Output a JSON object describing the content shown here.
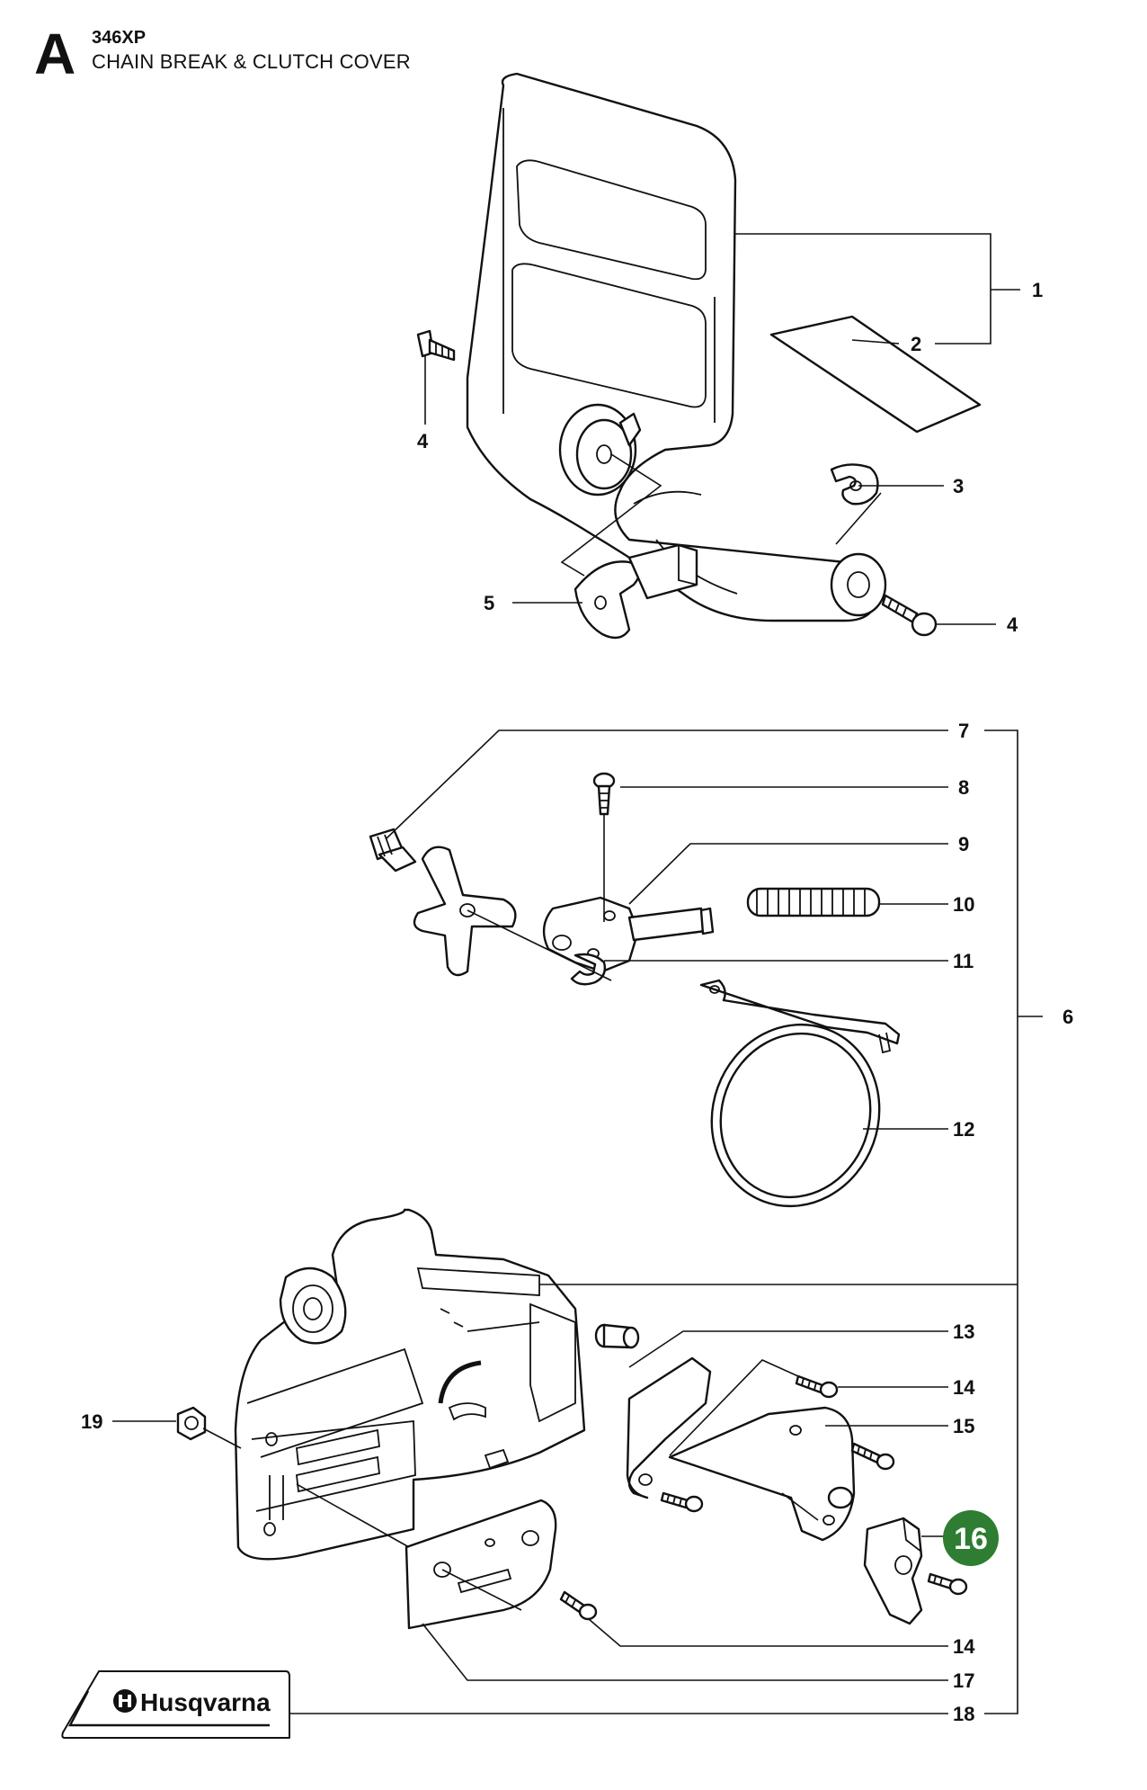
{
  "header": {
    "section_letter": "A",
    "model": "346XP",
    "title": "CHAIN BREAK & CLUTCH COVER"
  },
  "brand": {
    "logo_text": "Husqvarna"
  },
  "colors": {
    "highlight": "#2e7d32",
    "ink": "#111111"
  },
  "callouts": {
    "c1": "1",
    "c2": "2",
    "c3": "3",
    "c4a": "4",
    "c4b": "4",
    "c5": "5",
    "c6": "6",
    "c7": "7",
    "c8": "8",
    "c9": "9",
    "c10": "10",
    "c11": "11",
    "c12": "12",
    "c13": "13",
    "c14a": "14",
    "c14b": "14",
    "c15": "15",
    "c16": "16",
    "c17": "17",
    "c18": "18",
    "c19": "19"
  },
  "highlighted_callout": "16"
}
